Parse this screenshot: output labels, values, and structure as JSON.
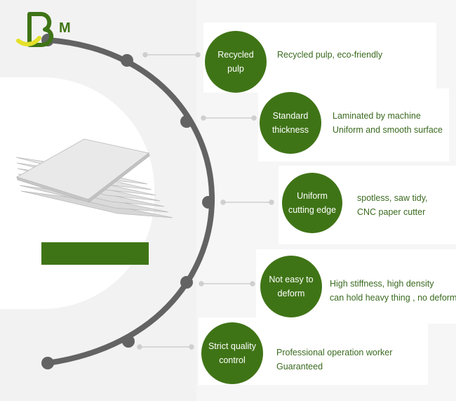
{
  "brand": {
    "logo_text": "M",
    "colors": {
      "green": "#3f7416",
      "yellow": "#e4e12a",
      "arc": "#636363"
    }
  },
  "product_image": "stacked-grey-board-sheets",
  "features": [
    {
      "title_lines": [
        "Recycled",
        "pulp"
      ],
      "desc_lines": [
        "Recycled pulp, eco-friendly"
      ]
    },
    {
      "title_lines": [
        "Standard",
        "thickness"
      ],
      "desc_lines": [
        "Laminated by machine",
        "Uniform and smooth surface"
      ]
    },
    {
      "title_lines": [
        "Uniform",
        "cutting edge"
      ],
      "desc_lines": [
        "spotless, saw tidy,",
        "CNC paper cutter"
      ]
    },
    {
      "title_lines": [
        "Not easy to",
        "deform"
      ],
      "desc_lines": [
        "High stiffness, high density",
        "can hold heavy thing , no deform"
      ]
    },
    {
      "title_lines": [
        "Strict quality",
        "control"
      ],
      "desc_lines": [
        "Professional operation worker",
        "Guaranteed"
      ]
    }
  ]
}
